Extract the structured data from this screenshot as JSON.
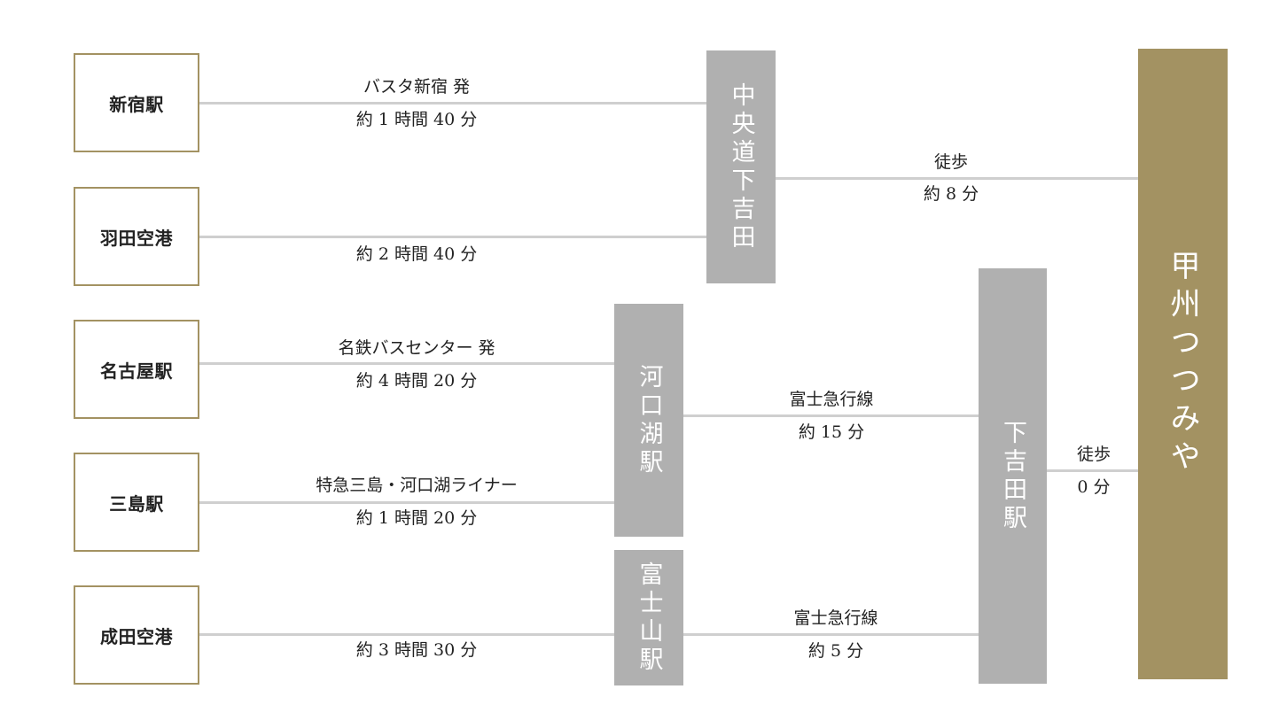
{
  "origins": {
    "shinjuku": "新宿駅",
    "haneda": "羽田空港",
    "nagoya": "名古屋駅",
    "mishima": "三島駅",
    "narita": "成田空港"
  },
  "hubs": {
    "chuo": "中央道下吉田",
    "kawaguchiko": "河口湖駅",
    "fujisan": "富士山駅",
    "shimoyoshida": "下吉田駅"
  },
  "destination": {
    "name": "甲州つつみや"
  },
  "routes": {
    "shinjuku": {
      "note": "バスタ新宿 発",
      "time": "約 1 時間 40 分"
    },
    "haneda": {
      "time": "約 2 時間 40 分"
    },
    "nagoya": {
      "note": "名鉄バスセンター 発",
      "time": "約 4 時間 20 分"
    },
    "mishima": {
      "note": "特急三島・河口湖ライナー",
      "time": "約 1 時間 20 分"
    },
    "narita": {
      "time": "約 3 時間 30 分"
    },
    "chuo_walk": {
      "note": "徒歩",
      "time": "約 8 分"
    },
    "kawaguchiko_train": {
      "note": "富士急行線",
      "time": "約 15 分"
    },
    "fujisan_train": {
      "note": "富士急行線",
      "time": "約 5 分"
    },
    "shimoyoshida_walk": {
      "note": "徒歩",
      "time": "0 分"
    }
  },
  "colors": {
    "accent": "#a39262",
    "hub": "#b0b0b0",
    "line": "#cfcfcf"
  }
}
